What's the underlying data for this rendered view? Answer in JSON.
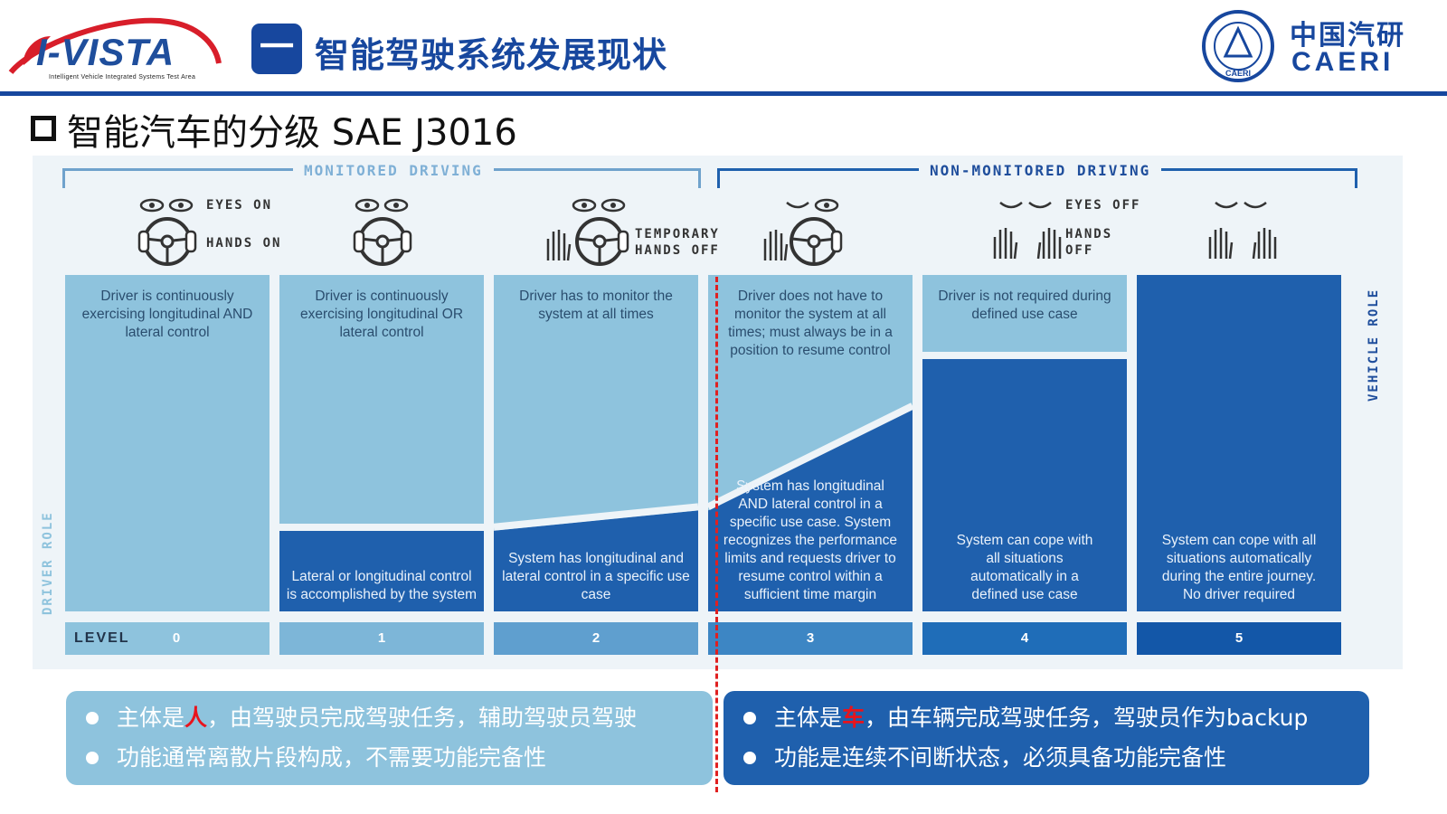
{
  "header": {
    "logo_word": "I-VISTA",
    "logo_tagline": "Intelligent Vehicle Integrated Systems Test Area",
    "section_number": "一",
    "section_title": "智能驾驶系统发展现状",
    "org_name_cn": "中国汽研",
    "org_name_en": "CAERI",
    "seal_text": "CAERI"
  },
  "subtitle": "智能汽车的分级 SAE J3016",
  "diagram": {
    "monitored_label": "MONITORED DRIVING",
    "non_monitored_label": "NON-MONITORED DRIVING",
    "vehicle_role_label": "VEHICLE ROLE",
    "driver_role_label": "DRIVER ROLE",
    "level_word": "LEVEL",
    "icon_labels": {
      "eyes_on": "EYES ON",
      "hands_on": "HANDS ON",
      "temporary": "TEMPORARY",
      "hands_off_temp": "HANDS OFF",
      "eyes_off": "EYES OFF",
      "hands": "HANDS",
      "off": "OFF"
    },
    "levels": [
      {
        "level": "0",
        "driver_text": "Driver is continuously exercising longitudinal AND lateral control",
        "system_text": "",
        "system_share": 0
      },
      {
        "level": "1",
        "driver_text": "Driver is continuously exercising longitudinal OR lateral control",
        "system_text": "Lateral or longitudinal control is accomplished by the system",
        "system_share": 0.24
      },
      {
        "level": "2",
        "driver_text": "Driver has to monitor the system at all times",
        "system_text": "System has longitudinal and lateral control in a specific use case",
        "system_share": 0.3
      },
      {
        "level": "3",
        "driver_text": "Driver does not have to monitor the system at all times; must always be in a position to resume control",
        "system_text": "System has longitudinal AND lateral control in a specific use case. System recognizes the performance limits and requests driver to resume control within a sufficient time margin",
        "system_share": 0.6
      },
      {
        "level": "4",
        "driver_text": "Driver is not required during defined use case",
        "system_text": "System can cope with all situations automatically in a defined use case",
        "system_share": 0.75
      },
      {
        "level": "5",
        "driver_text": "",
        "system_text": "System can cope with all situations automatically during the entire journey. No driver required",
        "system_share": 1
      }
    ]
  },
  "notes_left": {
    "item1_pre": "主体是",
    "item1_hl": "人",
    "item1_post": "，由驾驶员完成驾驶任务，辅助驾驶员驾驶",
    "item2": "功能通常离散片段构成，不需要功能完备性"
  },
  "notes_right": {
    "item1_pre": "主体是",
    "item1_hl": "车",
    "item1_post": "，由车辆完成驾驶任务，驾驶员作为backup",
    "item2": "功能是连续不间断状态，必须具备功能完备性"
  },
  "colors": {
    "brand_blue": "#17479e",
    "driver_light": "#8ec3dd",
    "system_dark": "#1f60ad",
    "highlight_red": "#e8141c",
    "level_cells": [
      "#8ec3dd",
      "#7db6d8",
      "#5f9fcf",
      "#3d86c4",
      "#1f6db8",
      "#1357a8"
    ]
  }
}
